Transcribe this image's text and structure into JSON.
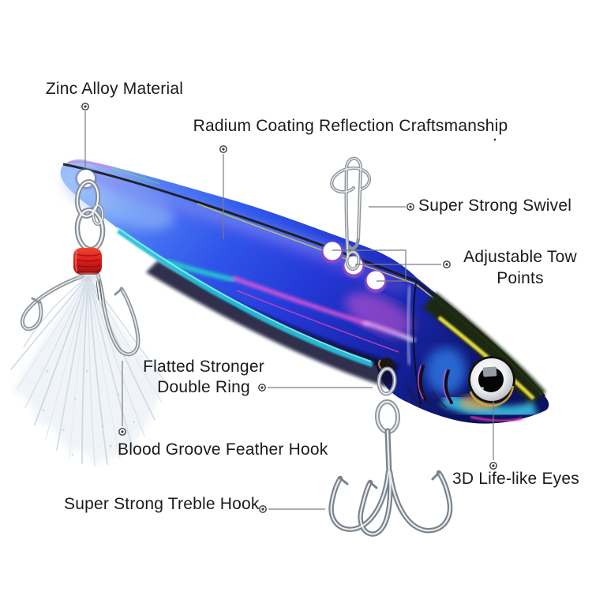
{
  "figure": {
    "description": "Blue rainbow-plated VIB metal fishing lure with white feather hook and treble hook, annotated with product feature callouts",
    "background_color": "#ffffff",
    "text_color": "#1b1b1b",
    "callout_line_color": "#7d7d7d",
    "callout_marker_color": "#3c3c3c"
  },
  "callouts": [
    {
      "id": "zinc-alloy-material",
      "text": "Zinc Alloy Material"
    },
    {
      "id": "radium-coating",
      "text": "Radium Coating Reflection Craftsmanship",
      "stray_period": "."
    },
    {
      "id": "super-strong-swivel",
      "text": "Super Strong Swivel"
    },
    {
      "id": "adjustable-tow-points",
      "line1": "Adjustable Tow",
      "line2": "Points"
    },
    {
      "id": "flatted-stronger-double-ring",
      "line1": "Flatted Stronger",
      "line2": "Double Ring"
    },
    {
      "id": "blood-groove-feather-hook",
      "text": "Blood Groove Feather Hook"
    },
    {
      "id": "super-strong-treble-hook",
      "text": "Super Strong Treble Hook"
    },
    {
      "id": "3d-life-like-eyes",
      "text": "3D Life-like Eyes"
    }
  ],
  "lure": {
    "body_main_color": "#2b4ae0",
    "coating_sheen_colors": [
      "#f058d8",
      "#20d8c8",
      "#f2e23c",
      "#38ccec",
      "#7a58e8"
    ],
    "metal_hardware_color": "#9aa2a8",
    "thread_wrap_color": "#d81c1c",
    "feather_color": "#eef3f7",
    "eye_pupil_color": "#050505",
    "tow_point_count": 3
  }
}
